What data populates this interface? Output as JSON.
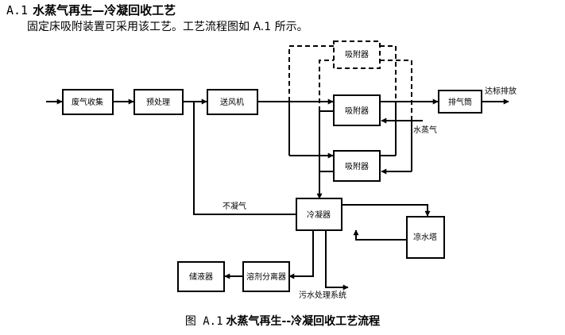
{
  "section": {
    "number": "A.1",
    "title": "水蒸气再生—冷凝回收工艺",
    "intro": "固定床吸附装置可采用该工艺。工艺流程图如 A.1 所示。"
  },
  "diagram": {
    "nodes": {
      "waste_gas_collection": "废气收集",
      "pretreatment": "预处理",
      "blower": "送风机",
      "adsorber_top": "吸附器",
      "adsorber_middle": "吸附器",
      "adsorber_bottom": "吸附器",
      "exhaust_stack": "排气筒",
      "condenser": "冷凝器",
      "cooling_tower": "凉水塔",
      "solvent_separator": "溶剂分离器",
      "storage_tank": "储液器"
    },
    "labels": {
      "discharge": "达标排放",
      "steam": "水蒸气",
      "non_condensable_gas": "不凝气",
      "wastewater_treatment": "污水处理系统"
    }
  },
  "figure": {
    "number": "图 A.1",
    "caption": "水蒸气再生--冷凝回收工艺流程"
  }
}
